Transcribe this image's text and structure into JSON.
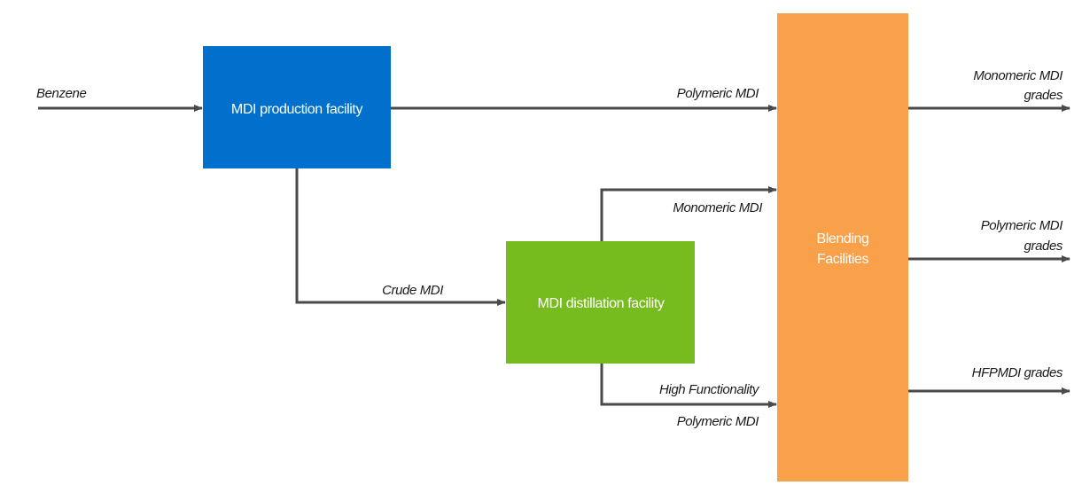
{
  "colors": {
    "production": "#0070CC",
    "distillation": "#77BC1F",
    "blending": "#F9A04B",
    "arrow": "#4A4A4A"
  },
  "nodes": {
    "production": "MDI production facility",
    "distillation": "MDI distillation facility",
    "blending_line1": "Blending",
    "blending_line2": "Facilities"
  },
  "flows": {
    "benzene": "Benzene",
    "polymeric_mdi": "Polymeric MDI",
    "crude_mdi": "Crude MDI",
    "monomeric_mdi": "Monomeric MDI",
    "high_functionality": "High Functionality",
    "hf_polymeric_mdi": "Polymeric MDI"
  },
  "outputs": {
    "monomeric_line1": "Monomeric MDI",
    "monomeric_line2": "grades",
    "polymeric_line1": "Polymeric MDI",
    "polymeric_line2": "grades",
    "hfpmdi": "HFPMDI grades"
  }
}
